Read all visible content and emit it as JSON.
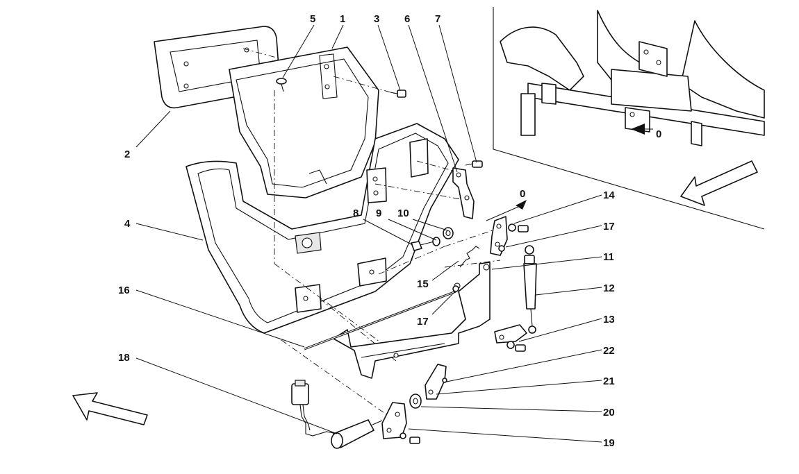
{
  "callouts": {
    "c1": "1",
    "c2": "2",
    "c3": "3",
    "c4": "4",
    "c5": "5",
    "c6": "6",
    "c7": "7",
    "c8": "8",
    "c9": "9",
    "c10": "10",
    "c11": "11",
    "c12": "12",
    "c13": "13",
    "c14": "14",
    "c15": "15",
    "c16": "16",
    "c17a": "17",
    "c17b": "17",
    "c18": "18",
    "c19": "19",
    "c20": "20",
    "c21": "21",
    "c22": "22",
    "ref0_main": "0",
    "ref0_inset": "0"
  },
  "icons": [
    "direction-arrow-icon",
    "section-arrow-icon"
  ]
}
